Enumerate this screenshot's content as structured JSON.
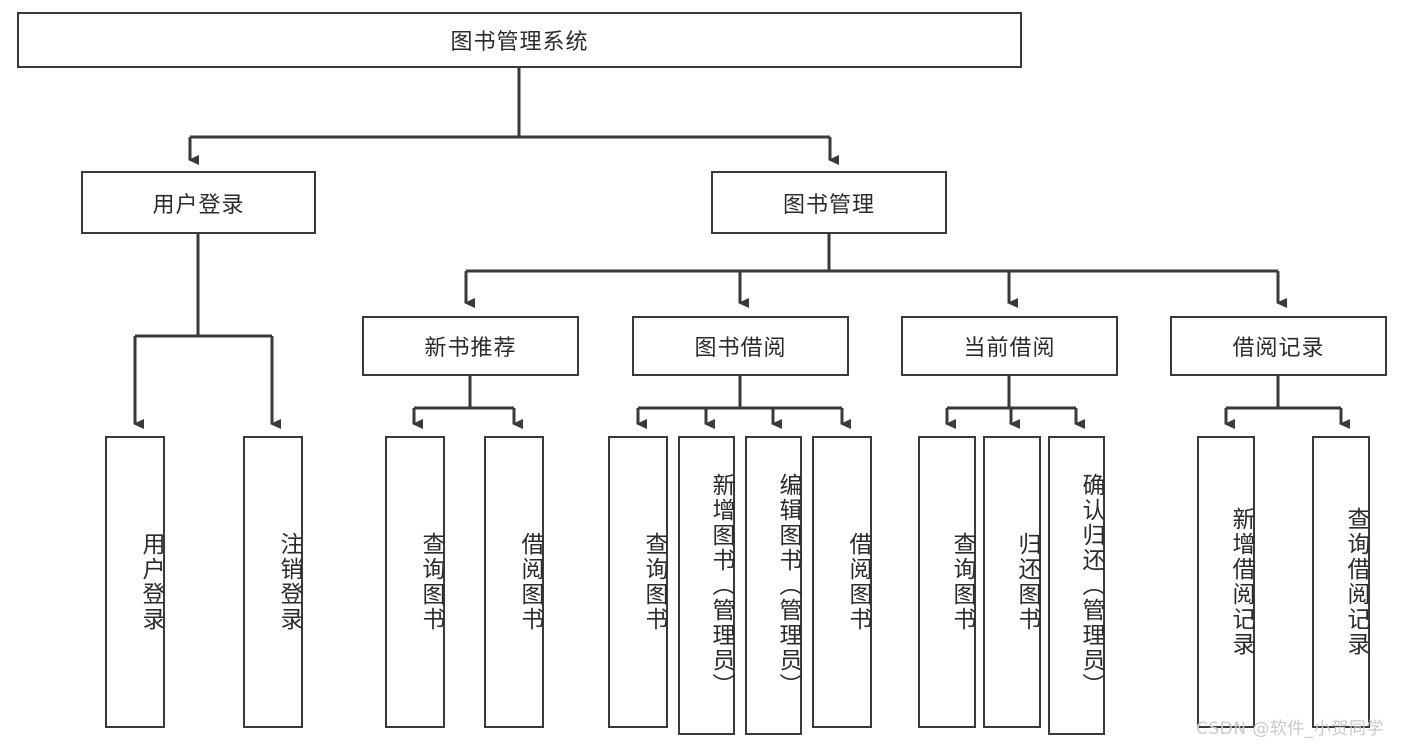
{
  "diagram": {
    "title": "图书管理系统",
    "watermark": "CSDN @软件_小贺同学",
    "colors": {
      "box_border": "#3a3a3a",
      "text": "#2b2b2b",
      "background": "#ffffff",
      "watermark": "#c9c9c9"
    },
    "root": {
      "label": "图书管理系统"
    },
    "level2": [
      {
        "label": "用户登录"
      },
      {
        "label": "图书管理"
      }
    ],
    "level3": [
      {
        "label": "新书推荐"
      },
      {
        "label": "图书借阅"
      },
      {
        "label": "当前借阅"
      },
      {
        "label": "借阅记录"
      }
    ],
    "leaves": {
      "user_login": [
        {
          "label": "用户登录"
        },
        {
          "label": "注销登录"
        }
      ],
      "new_book_recommend": [
        {
          "label": "查询图书"
        },
        {
          "label": "借阅图书"
        }
      ],
      "book_borrow": [
        {
          "label": "查询图书"
        },
        {
          "label": "新增图书（管理员）"
        },
        {
          "label": "编辑图书（管理员）"
        },
        {
          "label": "借阅图书"
        }
      ],
      "current_borrow": [
        {
          "label": "查询图书"
        },
        {
          "label": "归还图书"
        },
        {
          "label": "确认归还（管理员）"
        }
      ],
      "borrow_record": [
        {
          "label": "新增借阅记录"
        },
        {
          "label": "查询借阅记录"
        }
      ]
    }
  }
}
